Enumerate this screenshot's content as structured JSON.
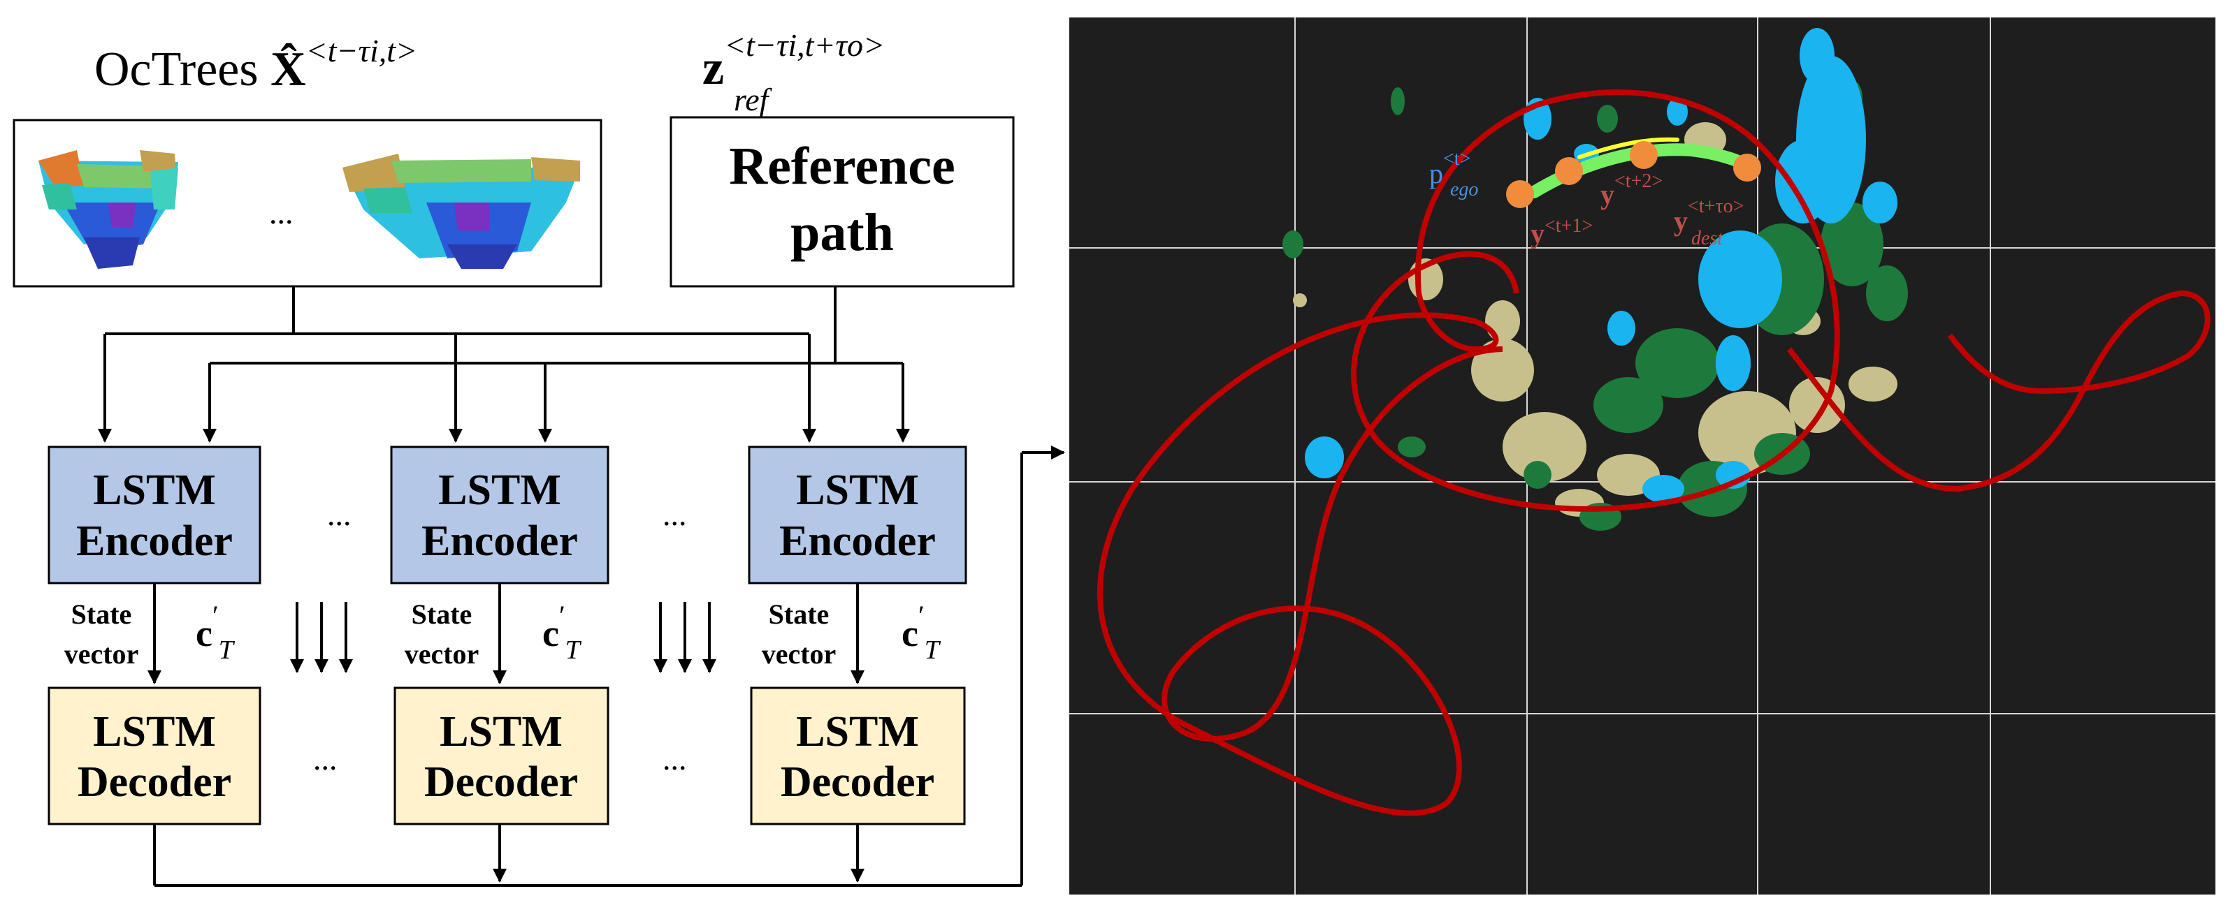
{
  "octrees_title": {
    "prefix": "OcTrees ",
    "symbol": "X̂",
    "superscript": "<t−τi,t>"
  },
  "zref_title": {
    "symbol": "z",
    "superscript": "<t−τi,t+τo>",
    "subscript": "ref"
  },
  "octree_ellipsis": "...",
  "reference_box": {
    "line1": "Reference",
    "line2": "path"
  },
  "encoders": [
    {
      "line1": "LSTM",
      "line2": "Encoder"
    },
    {
      "line1": "LSTM",
      "line2": "Encoder"
    },
    {
      "line1": "LSTM",
      "line2": "Encoder"
    }
  ],
  "decoders": [
    {
      "line1": "LSTM",
      "line2": "Decoder"
    },
    {
      "line1": "LSTM",
      "line2": "Decoder"
    },
    {
      "line1": "LSTM",
      "line2": "Decoder"
    }
  ],
  "state_vector": {
    "line1": "State",
    "line2": "vector"
  },
  "cell_state": {
    "symbol": "c",
    "prime": "′",
    "subscript": "T"
  },
  "ellipsis": "...",
  "map_labels": {
    "p_ego": {
      "base": "p",
      "sup": "<t>",
      "sub": "ego"
    },
    "y_t1": {
      "base": "y",
      "sup": "<t+1>"
    },
    "y_t2": {
      "base": "y",
      "sup": "<t+2>"
    },
    "y_dest": {
      "base": "y",
      "sup": "<t+τo>",
      "sub": "dest"
    }
  },
  "colors": {
    "encoder_fill": "#b4c7e7",
    "decoder_fill": "#fff2cc",
    "map_background": "#1e1e1e",
    "path_red": "#c00000",
    "point_cyan": "#1ab4f0",
    "point_green": "#1e7a3c",
    "point_tan": "#c8c08c",
    "waypoint_orange": "#f08c3c",
    "prediction_green": "#78f064",
    "prediction_yellow": "#ffff30",
    "label_blue": "#4a90e2",
    "label_red": "#c0504d"
  }
}
